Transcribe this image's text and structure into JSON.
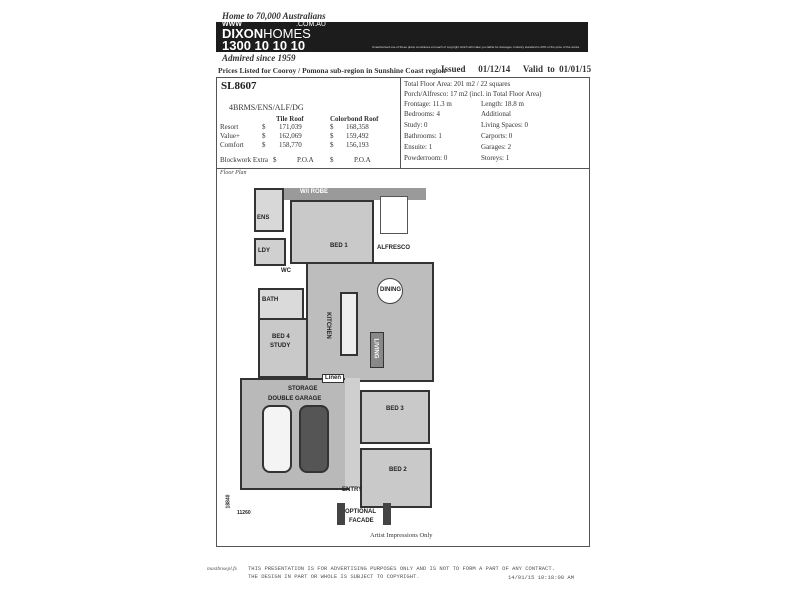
{
  "header": {
    "slogan_top": "Home to 70,000 Australians",
    "brand_www": "WWW",
    "brand_dixon": "DIXON",
    "brand_homes": "HOMES",
    "brand_com": ".COM.AU",
    "phone": "1300 10 10 10",
    "slogan_bottom": "Admired since 1959",
    "fine_print": "Unauthorised use of these plans constitutes a breach of copyright which will make you liable for damages. Industry standard is 20% of the price of the works.",
    "prices_listed": "Prices Listed for Cooroy / Pomona sub-region in Sunshine Coast region",
    "issued_label": "Issued",
    "issued_date": "01/12/14",
    "valid_label": "Valid to",
    "valid_date": "01/01/15"
  },
  "plan": {
    "code": "SL8607",
    "description": "4BRMS/ENS/ALF/DG",
    "col_tile": "Tile Roof",
    "col_colorbond": "Colorbond Roof",
    "rows": [
      {
        "name": "Resort",
        "cur1": "$",
        "tile": "171,039",
        "cur2": "$",
        "colorbond": "168,358"
      },
      {
        "name": "Value+",
        "cur1": "$",
        "tile": "162,069",
        "cur2": "$",
        "colorbond": "159,492"
      },
      {
        "name": "Comfort",
        "cur1": "$",
        "tile": "158,770",
        "cur2": "$",
        "colorbond": "156,193"
      }
    ],
    "blockwork": {
      "name": "Blockwork Extra",
      "cur1": "$",
      "tile": "P.O.A",
      "cur2": "$",
      "colorbond": "P.O.A"
    }
  },
  "specs": {
    "total_floor": "Total Floor Area: 201 m2 / 22 squares",
    "porch": "Porch/Alfresco: 17 m2 (incl. in Total Floor Area)",
    "frontage": "Frontage: 11.3 m",
    "length": "Length: 18.8 m",
    "bedrooms": "Bedrooms: 4",
    "additional": "Additional",
    "study": "Study: 0",
    "living": "Living Spaces: 0",
    "bathrooms": "Bathrooms: 1",
    "carports": "Carports: 0",
    "ensuite": "Ensuite: 1",
    "garages": "Garages: 2",
    "powderroom": "Powderroom: 0",
    "storeys": "Storeys: 1"
  },
  "floor_plan": {
    "title": "Floor Plan",
    "rooms": {
      "robe": "ROBE",
      "wir": "W/I ROBE",
      "ens": "ENS",
      "bed1": "BED 1",
      "ldy": "LDY",
      "wc": "WC",
      "alfresco": "ALFRESCO",
      "dining": "DINING",
      "bath": "BATH",
      "kitchen": "KITCHEN",
      "bed4": "BED 4",
      "study": "STUDY",
      "living": "LIVING",
      "linen": "Linen",
      "storage": "STORAGE",
      "garage": "DOUBLE GARAGE",
      "bed3": "BED 3",
      "bed2": "BED 2",
      "entry": "ENTRY",
      "facade1": "OPTIONAL",
      "facade2": "FACADE"
    },
    "dim_depth": "18840",
    "dim_width": "11260",
    "caption": "Artist Impressions Only"
  },
  "footer": {
    "code": "mastbnsepl.fx",
    "line1": "THIS PRESENTATION IS FOR ADVERTISING PURPOSES ONLY AND IS NOT TO FORM A PART OF ANY CONTRACT.",
    "line2": "THE DESIGN IN PART OR WHOLE IS SUBJECT TO COPYRIGHT.",
    "timestamp": "14/01/15 10:18:00 AM"
  }
}
